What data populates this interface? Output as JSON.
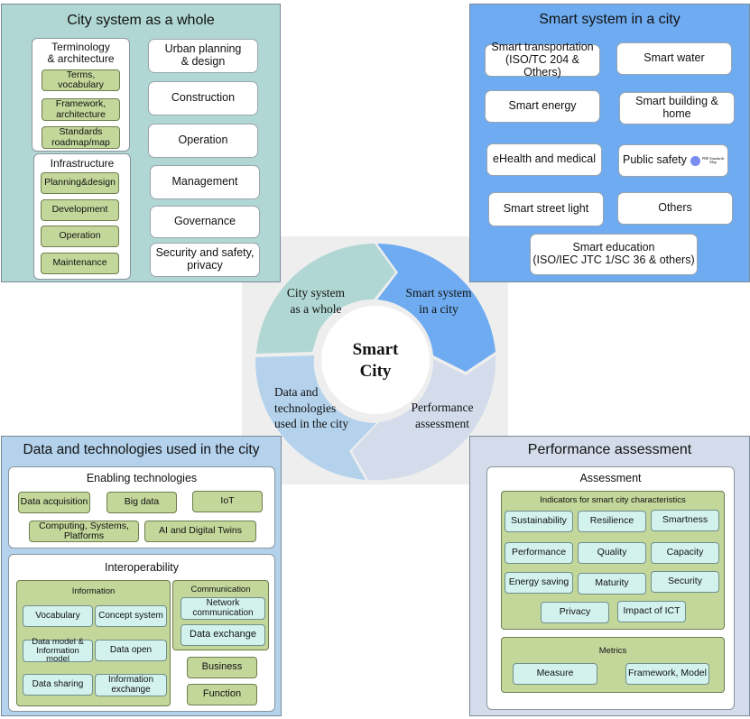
{
  "center": {
    "title_line1": "Smart",
    "title_line2": "City",
    "seg_city_whole": [
      "City system",
      "as a whole"
    ],
    "seg_smart_system": [
      "Smart system",
      "in a city"
    ],
    "seg_performance": [
      "Performance",
      "assessment"
    ],
    "seg_data_tech": [
      "Data and",
      "technologies",
      "used in the city"
    ]
  },
  "panel_city": {
    "title": "City system as a whole",
    "terminology": {
      "title": "Terminology\n& architecture",
      "items": [
        "Terms, vocabulary",
        "Framework,\narchitecture",
        "Standards\nroadmap/map"
      ]
    },
    "infrastructure": {
      "title": "Infrastructure",
      "items": [
        "Planning&design",
        "Development",
        "Operation",
        "Maintenance"
      ]
    },
    "right_items": [
      "Urban planning\n& design",
      "Construction",
      "Operation",
      "Management",
      "Governance",
      "Security and safety,\nprivacy"
    ]
  },
  "panel_smart": {
    "title": "Smart system in a city",
    "items": [
      "Smart transportation\n(ISO/TC 204 & Others)",
      "Smart water",
      "Smart energy",
      "Smart building & home",
      "eHealth and medical",
      "Public safety",
      "Smart street light",
      "Others",
      "Smart education\n(ISO/IEC JTC 1/SC 36 & others)"
    ],
    "badge_text": "PHE Standards\nMap"
  },
  "panel_data": {
    "title": "Data and technologies used in the city",
    "enabling": {
      "title": "Enabling technologies",
      "items": [
        "Data acquisition",
        "Big data",
        "IoT",
        "Computing, Systems,\nPlatforms",
        "AI and Digital Twins"
      ]
    },
    "interop": {
      "title": "Interoperability",
      "information": {
        "title": "Information",
        "items": [
          "Vocabulary",
          "Concept system",
          "Data model &\nInformation model",
          "Data open",
          "Data sharing",
          "Information\nexchange"
        ]
      },
      "communication": {
        "title": "Communication",
        "items": [
          "Network\ncommunication",
          "Data exchange"
        ]
      },
      "other": [
        "Business",
        "Function"
      ]
    }
  },
  "panel_perf": {
    "title": "Performance assessment",
    "assessment": {
      "title": "Assessment",
      "indicators": {
        "title": "Indicators for smart city characteristics",
        "items": [
          "Sustainability",
          "Resilience",
          "Smartness",
          "Performance",
          "Quality",
          "Capacity",
          "Energy saving",
          "Maturity",
          "Security",
          "Privacy",
          "Impact of ICT"
        ]
      },
      "metrics": {
        "title": "Metrics",
        "items": [
          "Measure",
          "Framework, Model"
        ]
      }
    }
  },
  "colors": {
    "teal_panel": "#b0d7d3",
    "blue_panel": "#6fabf0",
    "light_blue_panel": "#b4d2ec",
    "lavender_panel": "#d4dcec",
    "olive_box": "#c3d79b",
    "cyan_box": "#d3f2ee"
  }
}
